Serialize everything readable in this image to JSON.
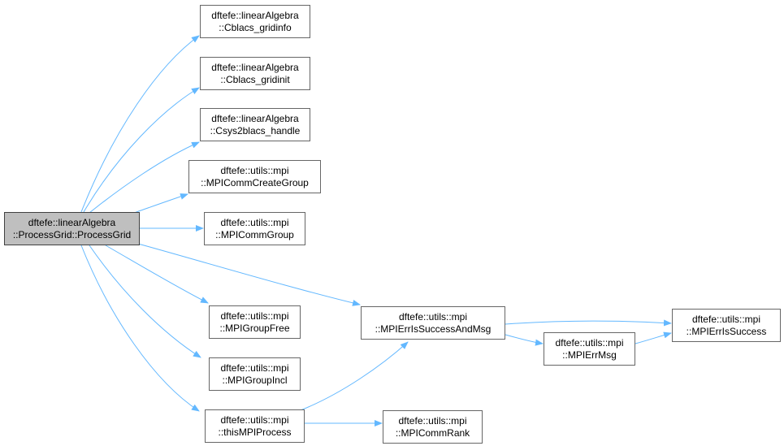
{
  "colors": {
    "edge": "#63b8ff",
    "node_border": "#666666",
    "root_fill": "#bfbfbf",
    "node_fill": "#ffffff"
  },
  "nodes": {
    "root": {
      "line1": "dftefe::linearAlgebra",
      "line2": "::ProcessGrid::ProcessGrid"
    },
    "gridinfo": {
      "line1": "dftefe::linearAlgebra",
      "line2": "::Cblacs_gridinfo"
    },
    "gridinit": {
      "line1": "dftefe::linearAlgebra",
      "line2": "::Cblacs_gridinit"
    },
    "sys2blacs": {
      "line1": "dftefe::linearAlgebra",
      "line2": "::Csys2blacs_handle"
    },
    "commcreategroup": {
      "line1": "dftefe::utils::mpi",
      "line2": "::MPICommCreateGroup"
    },
    "commgroup": {
      "line1": "dftefe::utils::mpi",
      "line2": "::MPICommGroup"
    },
    "errissuccessandmsg": {
      "line1": "dftefe::utils::mpi",
      "line2": "::MPIErrIsSuccessAndMsg"
    },
    "groupfree": {
      "line1": "dftefe::utils::mpi",
      "line2": "::MPIGroupFree"
    },
    "groupincl": {
      "line1": "dftefe::utils::mpi",
      "line2": "::MPIGroupIncl"
    },
    "thisprocess": {
      "line1": "dftefe::utils::mpi",
      "line2": "::thisMPIProcess"
    },
    "errmsg": {
      "line1": "dftefe::utils::mpi",
      "line2": "::MPIErrMsg"
    },
    "errissuccess": {
      "line1": "dftefe::utils::mpi",
      "line2": "::MPIErrIsSuccess"
    },
    "commrank": {
      "line1": "dftefe::utils::mpi",
      "line2": "::MPICommRank"
    }
  }
}
